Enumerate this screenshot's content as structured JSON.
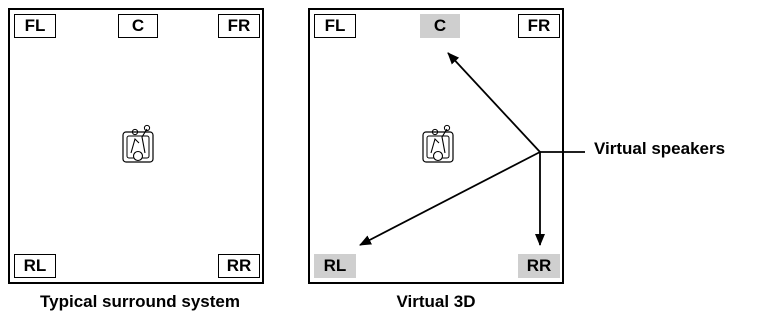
{
  "left_panel": {
    "speakers": {
      "fl": "FL",
      "c": "C",
      "fr": "FR",
      "rl": "RL",
      "rr": "RR"
    },
    "caption": "Typical surround system"
  },
  "right_panel": {
    "speakers": {
      "fl": "FL",
      "c": "C",
      "fr": "FR",
      "rl": "RL",
      "rr": "RR"
    },
    "virtual_speakers": [
      "C",
      "RL",
      "RR"
    ],
    "caption": "Virtual 3D"
  },
  "callout": {
    "label": "Virtual speakers"
  },
  "colors": {
    "virtual_fill": "#cfcfcf",
    "line": "#000000"
  }
}
